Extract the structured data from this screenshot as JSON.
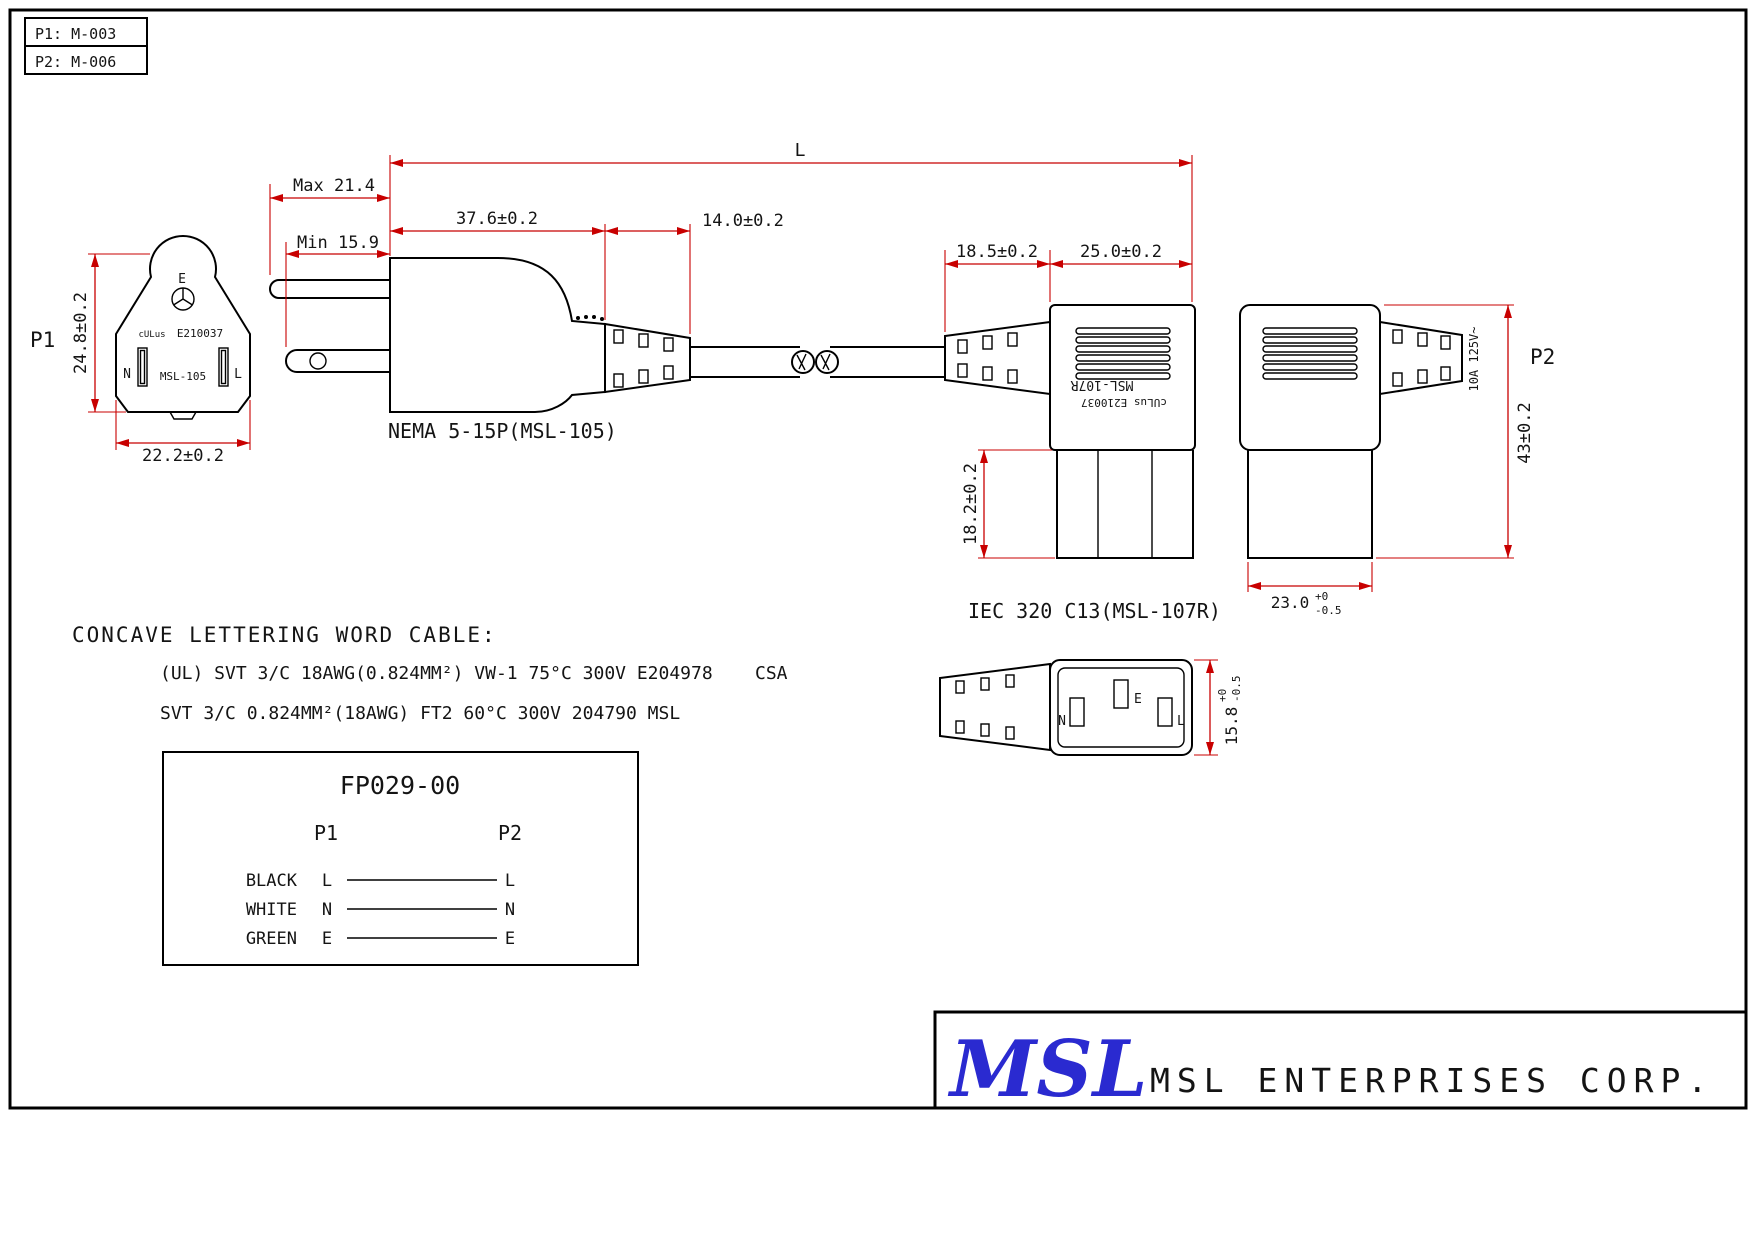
{
  "refs": {
    "p1": "P1: M-003",
    "p2": "P2: M-006"
  },
  "labels": {
    "p1": "P1",
    "p2": "P2",
    "nema": "NEMA 5-15P(MSL-105)",
    "iec": "IEC 320 C13(MSL-107R)"
  },
  "dims": {
    "length": "L",
    "max_blade": "Max 21.4",
    "min_blade": "Min 15.9",
    "plug_body": "37.6±0.2",
    "plug_strain": "14.0±0.2",
    "face_h": "24.8±0.2",
    "face_w": "22.2±0.2",
    "iec_strain": "18.5±0.2",
    "iec_body": "25.0±0.2",
    "iec_leg": "18.2±0.2",
    "iec_height": "43±0.2",
    "iec_depth": "23.0",
    "iec_depth_plus": "+0",
    "iec_depth_minus": "-0.5",
    "iec_face": "15.8",
    "iec_face_plus": "+0",
    "iec_face_minus": "-0.5"
  },
  "plug_face": {
    "e": "E",
    "ul": "cULus",
    "file": "E210037",
    "n": "N",
    "model": "MSL-105",
    "l": "L"
  },
  "iec_marks": {
    "model": "MSL-107R",
    "ul": "cULus E210037",
    "rating": "10A 125V~",
    "n": "N",
    "e": "E",
    "l": "L"
  },
  "cable_note": {
    "title": "CONCAVE LETTERING WORD CABLE:",
    "line1": "(UL) SVT 3/C 18AWG(0.824MM²) VW-1 75°C 300V E204978",
    "csa": "CSA",
    "line2": "SVT 3/C 0.824MM²(18AWG) FT2 60°C 300V 204790 MSL"
  },
  "wiring": {
    "part": "FP029-00",
    "p1": "P1",
    "p2": "P2",
    "rows": [
      {
        "color": "BLACK",
        "from": "L",
        "to": "L"
      },
      {
        "color": "WHITE",
        "from": "N",
        "to": "N"
      },
      {
        "color": "GREEN",
        "from": "E",
        "to": "E"
      }
    ]
  },
  "title_block": {
    "logo": "MSL",
    "company": "MSL ENTERPRISES CORP."
  },
  "colors": {
    "dimension_red": "#c80000",
    "logo_blue": "#2a2ad0",
    "line_black": "#000000"
  }
}
